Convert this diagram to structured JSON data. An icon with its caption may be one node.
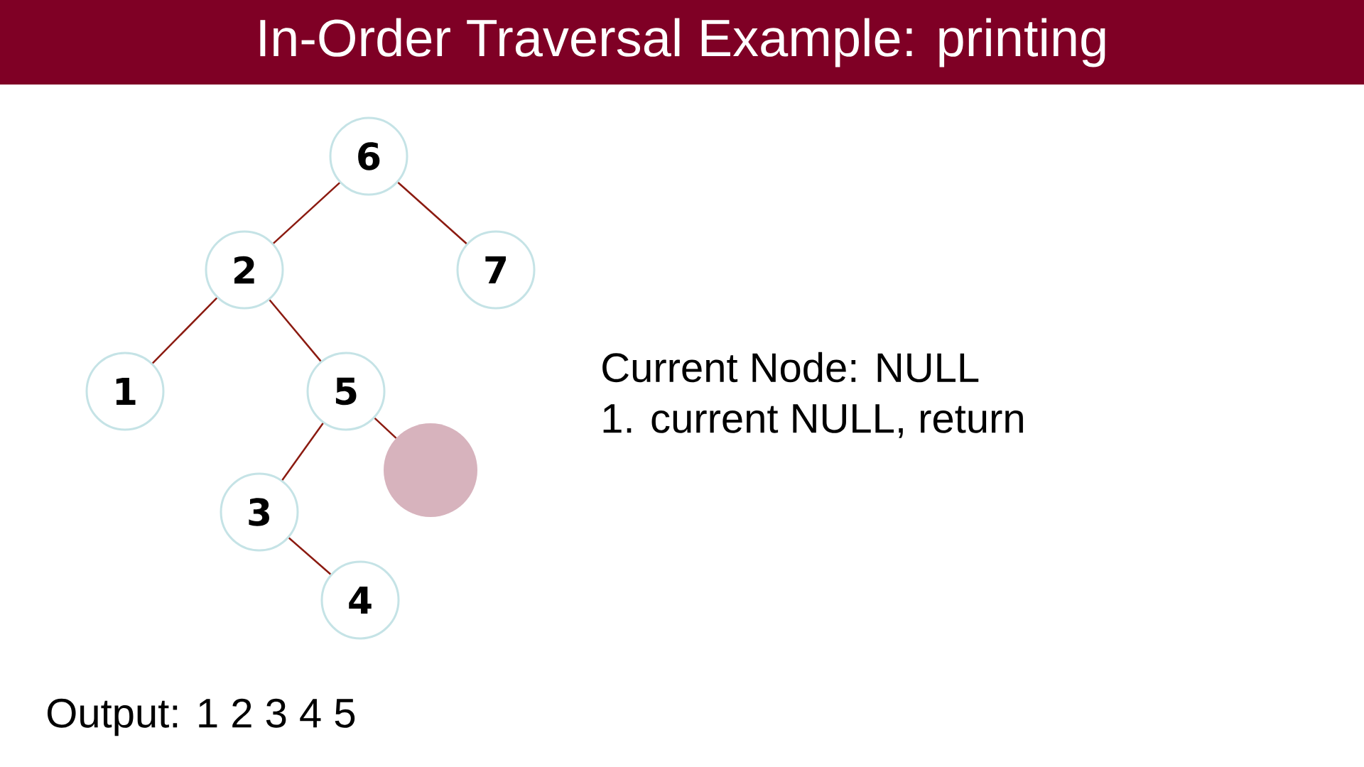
{
  "diagram": {
    "title": "In-Order Traversal Example: printing",
    "nodes": [
      {
        "text": [
          "6"
        ]
      },
      {
        "text": [
          "2"
        ]
      },
      {
        "text": [
          "7"
        ]
      },
      {
        "text": [
          "1"
        ]
      },
      {
        "text": [
          "5"
        ]
      },
      {
        "text": [],
        "shape": "circle"
      },
      {
        "text": [
          "3"
        ]
      },
      {
        "text": [
          "4"
        ]
      }
    ],
    "edges": [
      {
        "from": 0,
        "to": 1,
        "arrow": "none"
      },
      {
        "from": 0,
        "to": 2,
        "arrow": "none"
      },
      {
        "from": 1,
        "to": 3,
        "arrow": "none"
      },
      {
        "from": 1,
        "to": 4,
        "arrow": "none"
      },
      {
        "from": 4,
        "to": 6,
        "arrow": "none"
      },
      {
        "from": 4,
        "to": 5,
        "arrow": "none"
      },
      {
        "from": 6,
        "to": 7,
        "arrow": "none"
      }
    ],
    "labels": [
      "Current Node: NULL",
      "1.  current NULL, return",
      "Output: 1 2 3 4 5"
    ]
  }
}
